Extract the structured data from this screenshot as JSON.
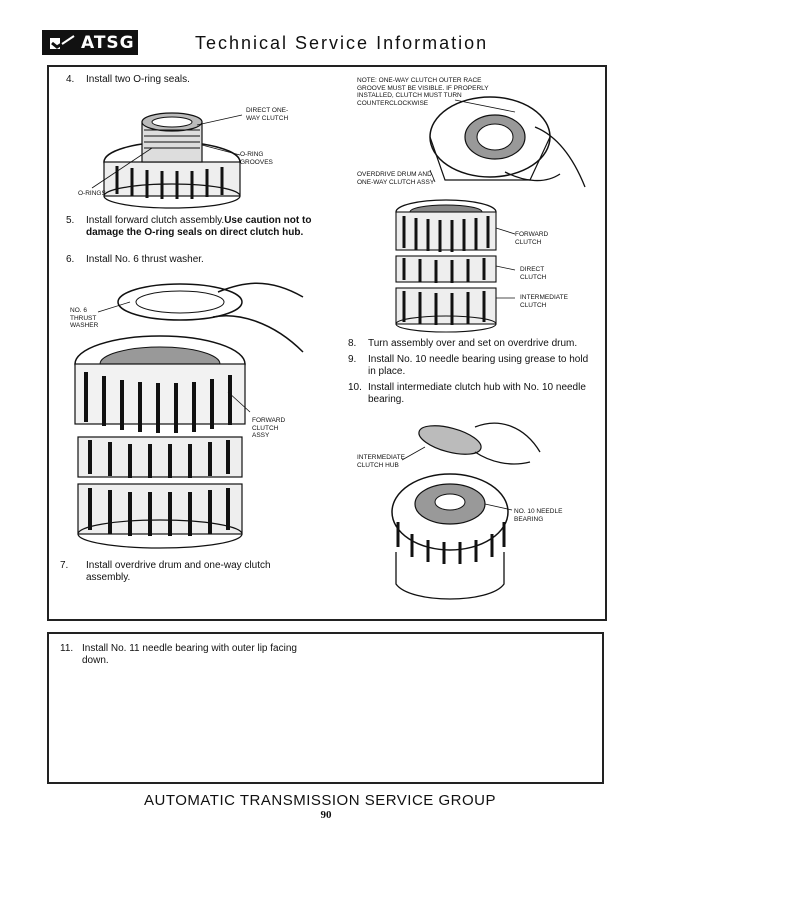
{
  "header": {
    "logo_text": "ATSG",
    "title": "Technical Service Information"
  },
  "steps": {
    "s4": {
      "num": "4.",
      "text": "Install two O-ring seals."
    },
    "s5": {
      "num": "5.",
      "text_plain": "Install forward clutch assembly.",
      "text_bold": "Use caution not to damage the O-ring seals on direct clutch hub."
    },
    "s6": {
      "num": "6.",
      "text": "Install No. 6 thrust washer."
    },
    "s7": {
      "num": "7.",
      "text": "Install overdrive drum and one-way clutch assembly."
    },
    "s8": {
      "num": "8.",
      "text": "Turn assembly over and set on overdrive drum."
    },
    "s9": {
      "num": "9.",
      "text": "Install No. 10 needle bearing using grease to hold in place."
    },
    "s10": {
      "num": "10.",
      "text": "Install intermediate clutch hub with No. 10 needle bearing."
    },
    "s11": {
      "num": "11.",
      "text": "Install No. 11 needle bearing with outer lip facing down."
    }
  },
  "labels": {
    "direct_one_way_clutch": "DIRECT ONE-WAY CLUTCH",
    "o_ring_grooves": "O-RING GROOVES",
    "o_rings": "O-RINGS",
    "no6_thrust_washer": "NO. 6 THRUST WASHER",
    "forward_clutch_assy": "FORWARD CLUTCH ASSY",
    "note": "NOTE: ONE-WAY CLUTCH OUTER RACE GROOVE MUST BE VISIBLE. IF PROPERLY INSTALLED, CLUTCH MUST TURN COUNTERCLOCKWISE",
    "overdrive_drum": "OVERDRIVE DRUM AND ONE-WAY CLUTCH ASSY",
    "forward_clutch": "FORWARD CLUTCH",
    "direct_clutch": "DIRECT CLUTCH",
    "intermediate_clutch": "INTERMEDIATE CLUTCH",
    "intermediate_clutch_hub": "INTERMEDIATE CLUTCH HUB",
    "no10_needle_bearing": "NO. 10 NEEDLE BEARING"
  },
  "footer": {
    "title": "AUTOMATIC TRANSMISSION SERVICE GROUP",
    "page": "90"
  }
}
